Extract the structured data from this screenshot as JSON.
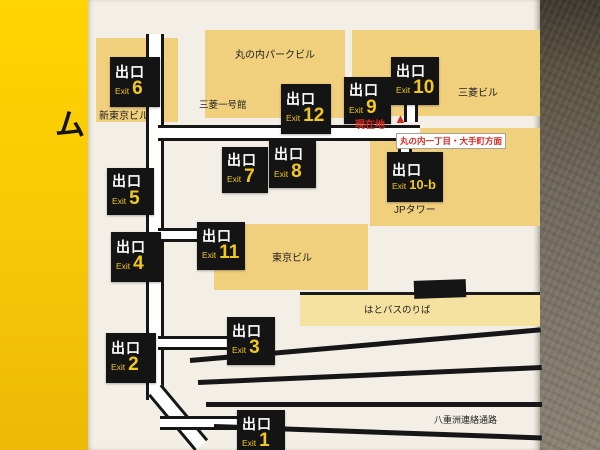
{
  "scene": {
    "left_band_partial_text": "ム"
  },
  "exits": [
    {
      "jp": "出口",
      "en": "Exit",
      "num": "6"
    },
    {
      "jp": "出口",
      "en": "Exit",
      "num": "12"
    },
    {
      "jp": "出口",
      "en": "Exit",
      "num": "9"
    },
    {
      "jp": "出口",
      "en": "Exit",
      "num": "10"
    },
    {
      "jp": "出口",
      "en": "Exit",
      "num": "7"
    },
    {
      "jp": "出口",
      "en": "Exit",
      "num": "8"
    },
    {
      "jp": "出口",
      "en": "Exit",
      "num": "10-b"
    },
    {
      "jp": "出口",
      "en": "Exit",
      "num": "5"
    },
    {
      "jp": "出口",
      "en": "Exit",
      "num": "11"
    },
    {
      "jp": "出口",
      "en": "Exit",
      "num": "4"
    },
    {
      "jp": "出口",
      "en": "Exit",
      "num": "3"
    },
    {
      "jp": "出口",
      "en": "Exit",
      "num": "2"
    },
    {
      "jp": "出口",
      "en": "Exit",
      "num": "1"
    }
  ],
  "buildings": {
    "marunouchi_park": "丸の内パークビル",
    "mitsubishi": "三菱ビル",
    "mitsubishi_ichigokan": "三菱一号館",
    "shin_tokyo": "新東京ビル",
    "jp_tower": "JPタワー",
    "tokyo_building": "東京ビル",
    "hato_bus": "はとバスのりば",
    "yaesu_passage": "八重洲連絡通路"
  },
  "markers": {
    "current_location": "現在地",
    "current_location_symbol": "▲",
    "direction": "丸の内一丁目・大手町方面"
  },
  "colors": {
    "band_yellow": "#f8cd05",
    "building_yellow": "#f0cf7d",
    "sign_black": "#141414",
    "sign_text_yellow": "#f3c81e",
    "marker_red": "#d8281e",
    "map_background": "#f3efe6",
    "wall_gray": "#6e675a"
  }
}
